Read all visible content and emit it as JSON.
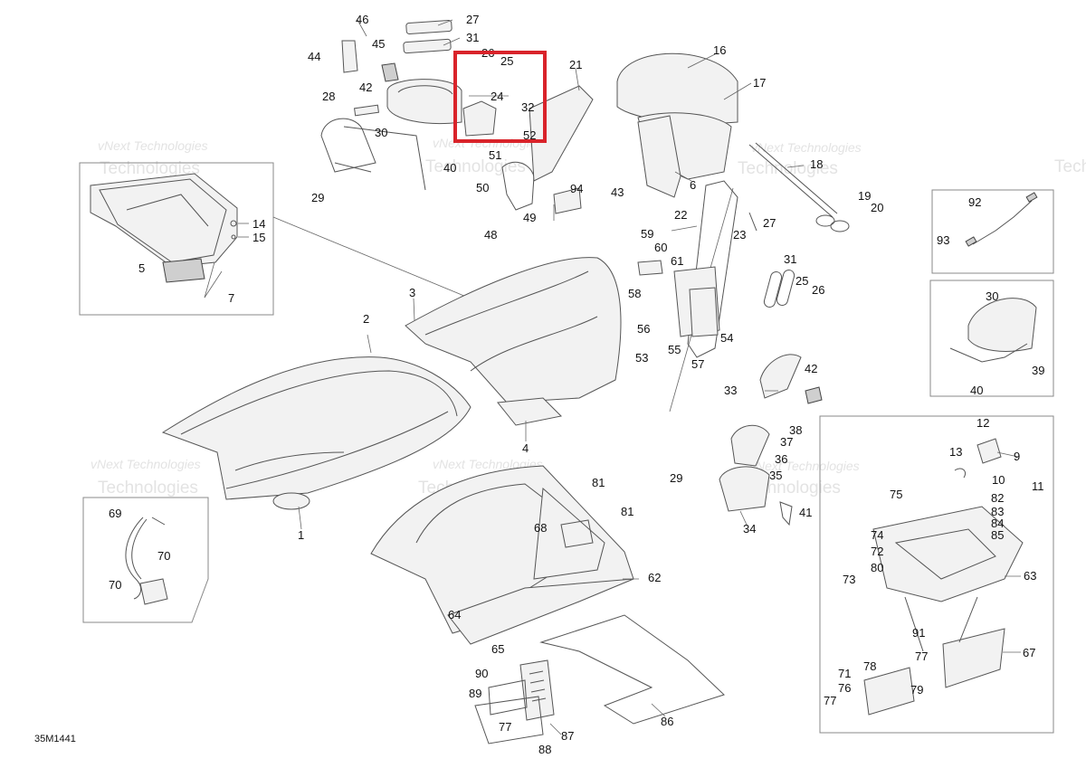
{
  "drawing": {
    "id": "35M1441",
    "highlight_color": "#d9232a",
    "watermark_line1": "vNext Technologies",
    "watermark_line2": "Technologies"
  },
  "callouts": [
    {
      "n": "46"
    },
    {
      "n": "27"
    },
    {
      "n": "45"
    },
    {
      "n": "31"
    },
    {
      "n": "44"
    },
    {
      "n": "26"
    },
    {
      "n": "25"
    },
    {
      "n": "42"
    },
    {
      "n": "24"
    },
    {
      "n": "28"
    },
    {
      "n": "32"
    },
    {
      "n": "30"
    },
    {
      "n": "52"
    },
    {
      "n": "51"
    },
    {
      "n": "40"
    },
    {
      "n": "29"
    },
    {
      "n": "50"
    },
    {
      "n": "21"
    },
    {
      "n": "94"
    },
    {
      "n": "43"
    },
    {
      "n": "48"
    },
    {
      "n": "49"
    },
    {
      "n": "16"
    },
    {
      "n": "17"
    },
    {
      "n": "18"
    },
    {
      "n": "6"
    },
    {
      "n": "19"
    },
    {
      "n": "20"
    },
    {
      "n": "22"
    },
    {
      "n": "23"
    },
    {
      "n": "5"
    },
    {
      "n": "14"
    },
    {
      "n": "15"
    },
    {
      "n": "7"
    },
    {
      "n": "92"
    },
    {
      "n": "93"
    },
    {
      "n": "59"
    },
    {
      "n": "60"
    },
    {
      "n": "61"
    },
    {
      "n": "27"
    },
    {
      "n": "31"
    },
    {
      "n": "25"
    },
    {
      "n": "26"
    },
    {
      "n": "58"
    },
    {
      "n": "56"
    },
    {
      "n": "55"
    },
    {
      "n": "54"
    },
    {
      "n": "53"
    },
    {
      "n": "57"
    },
    {
      "n": "30"
    },
    {
      "n": "39"
    },
    {
      "n": "40"
    },
    {
      "n": "42"
    },
    {
      "n": "33"
    },
    {
      "n": "3"
    },
    {
      "n": "2"
    },
    {
      "n": "4"
    },
    {
      "n": "38"
    },
    {
      "n": "37"
    },
    {
      "n": "36"
    },
    {
      "n": "35"
    },
    {
      "n": "29"
    },
    {
      "n": "34"
    },
    {
      "n": "41"
    },
    {
      "n": "12"
    },
    {
      "n": "13"
    },
    {
      "n": "9"
    },
    {
      "n": "10"
    },
    {
      "n": "11"
    },
    {
      "n": "75"
    },
    {
      "n": "82"
    },
    {
      "n": "83"
    },
    {
      "n": "84"
    },
    {
      "n": "85"
    },
    {
      "n": "74"
    },
    {
      "n": "72"
    },
    {
      "n": "80"
    },
    {
      "n": "73"
    },
    {
      "n": "63"
    },
    {
      "n": "91"
    },
    {
      "n": "77"
    },
    {
      "n": "67"
    },
    {
      "n": "78"
    },
    {
      "n": "71"
    },
    {
      "n": "76"
    },
    {
      "n": "79"
    },
    {
      "n": "77"
    },
    {
      "n": "81"
    },
    {
      "n": "81"
    },
    {
      "n": "68"
    },
    {
      "n": "62"
    },
    {
      "n": "1"
    },
    {
      "n": "69"
    },
    {
      "n": "70"
    },
    {
      "n": "70"
    },
    {
      "n": "64"
    },
    {
      "n": "65"
    },
    {
      "n": "90"
    },
    {
      "n": "89"
    },
    {
      "n": "77"
    },
    {
      "n": "87"
    },
    {
      "n": "88"
    },
    {
      "n": "86"
    }
  ]
}
